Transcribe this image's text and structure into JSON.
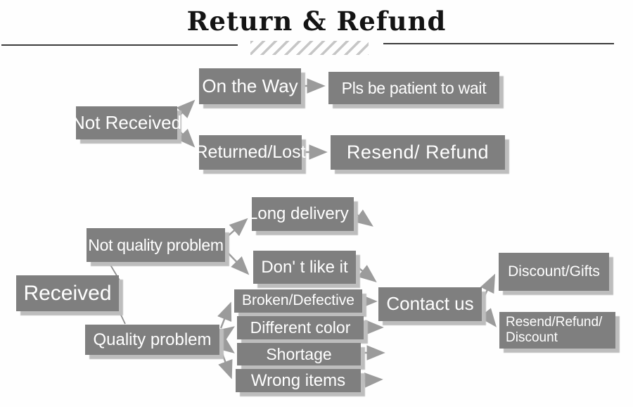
{
  "title": "Return & Refund",
  "colors": {
    "box": "#7f7f7f",
    "box_text": "#ffffff",
    "shadow": "#bdbdbd",
    "arrow": "#9b9b9b",
    "title_text": "#141414"
  },
  "flowchart": {
    "nodes": {
      "not_received": {
        "label": "Not Received"
      },
      "on_the_way": {
        "label": "On the Way"
      },
      "returned_lost": {
        "label": "Returned/Lost"
      },
      "pls_wait": {
        "label": "Pls be patient to wait"
      },
      "resend_refund": {
        "label": "Resend/ Refund"
      },
      "received": {
        "label": "Received"
      },
      "not_quality_problem": {
        "label": "Not quality problem"
      },
      "quality_problem": {
        "label": "Quality problem"
      },
      "long_delivery": {
        "label": "Long delivery"
      },
      "dont_like_it": {
        "label": "Don' t like it"
      },
      "broken_defective": {
        "label": "Broken/Defective"
      },
      "different_color": {
        "label": "Different color"
      },
      "shortage": {
        "label": "Shortage"
      },
      "wrong_items": {
        "label": "Wrong items"
      },
      "contact_us": {
        "label": "Contact us"
      },
      "discount_gifts": {
        "label": "Discount/Gifts"
      },
      "resend_refund_discount": {
        "label": "Resend/Refund/ Discount"
      }
    },
    "edges": [
      "Not Received -> On the Way",
      "Not Received -> Returned/Lost",
      "On the Way -> Pls be patient to wait",
      "Returned/Lost -> Resend/ Refund",
      "Received -> Not quality problem",
      "Received -> Quality problem",
      "Not quality problem -> Long delivery",
      "Not quality problem -> Don' t like it",
      "Quality problem -> Broken/Defective",
      "Quality problem -> Different color",
      "Quality problem -> Shortage",
      "Quality problem -> Wrong items",
      "Broken/Defective -> Contact us",
      "Contact us -> Discount/Gifts",
      "Contact us -> Resend/Refund/ Discount"
    ]
  }
}
